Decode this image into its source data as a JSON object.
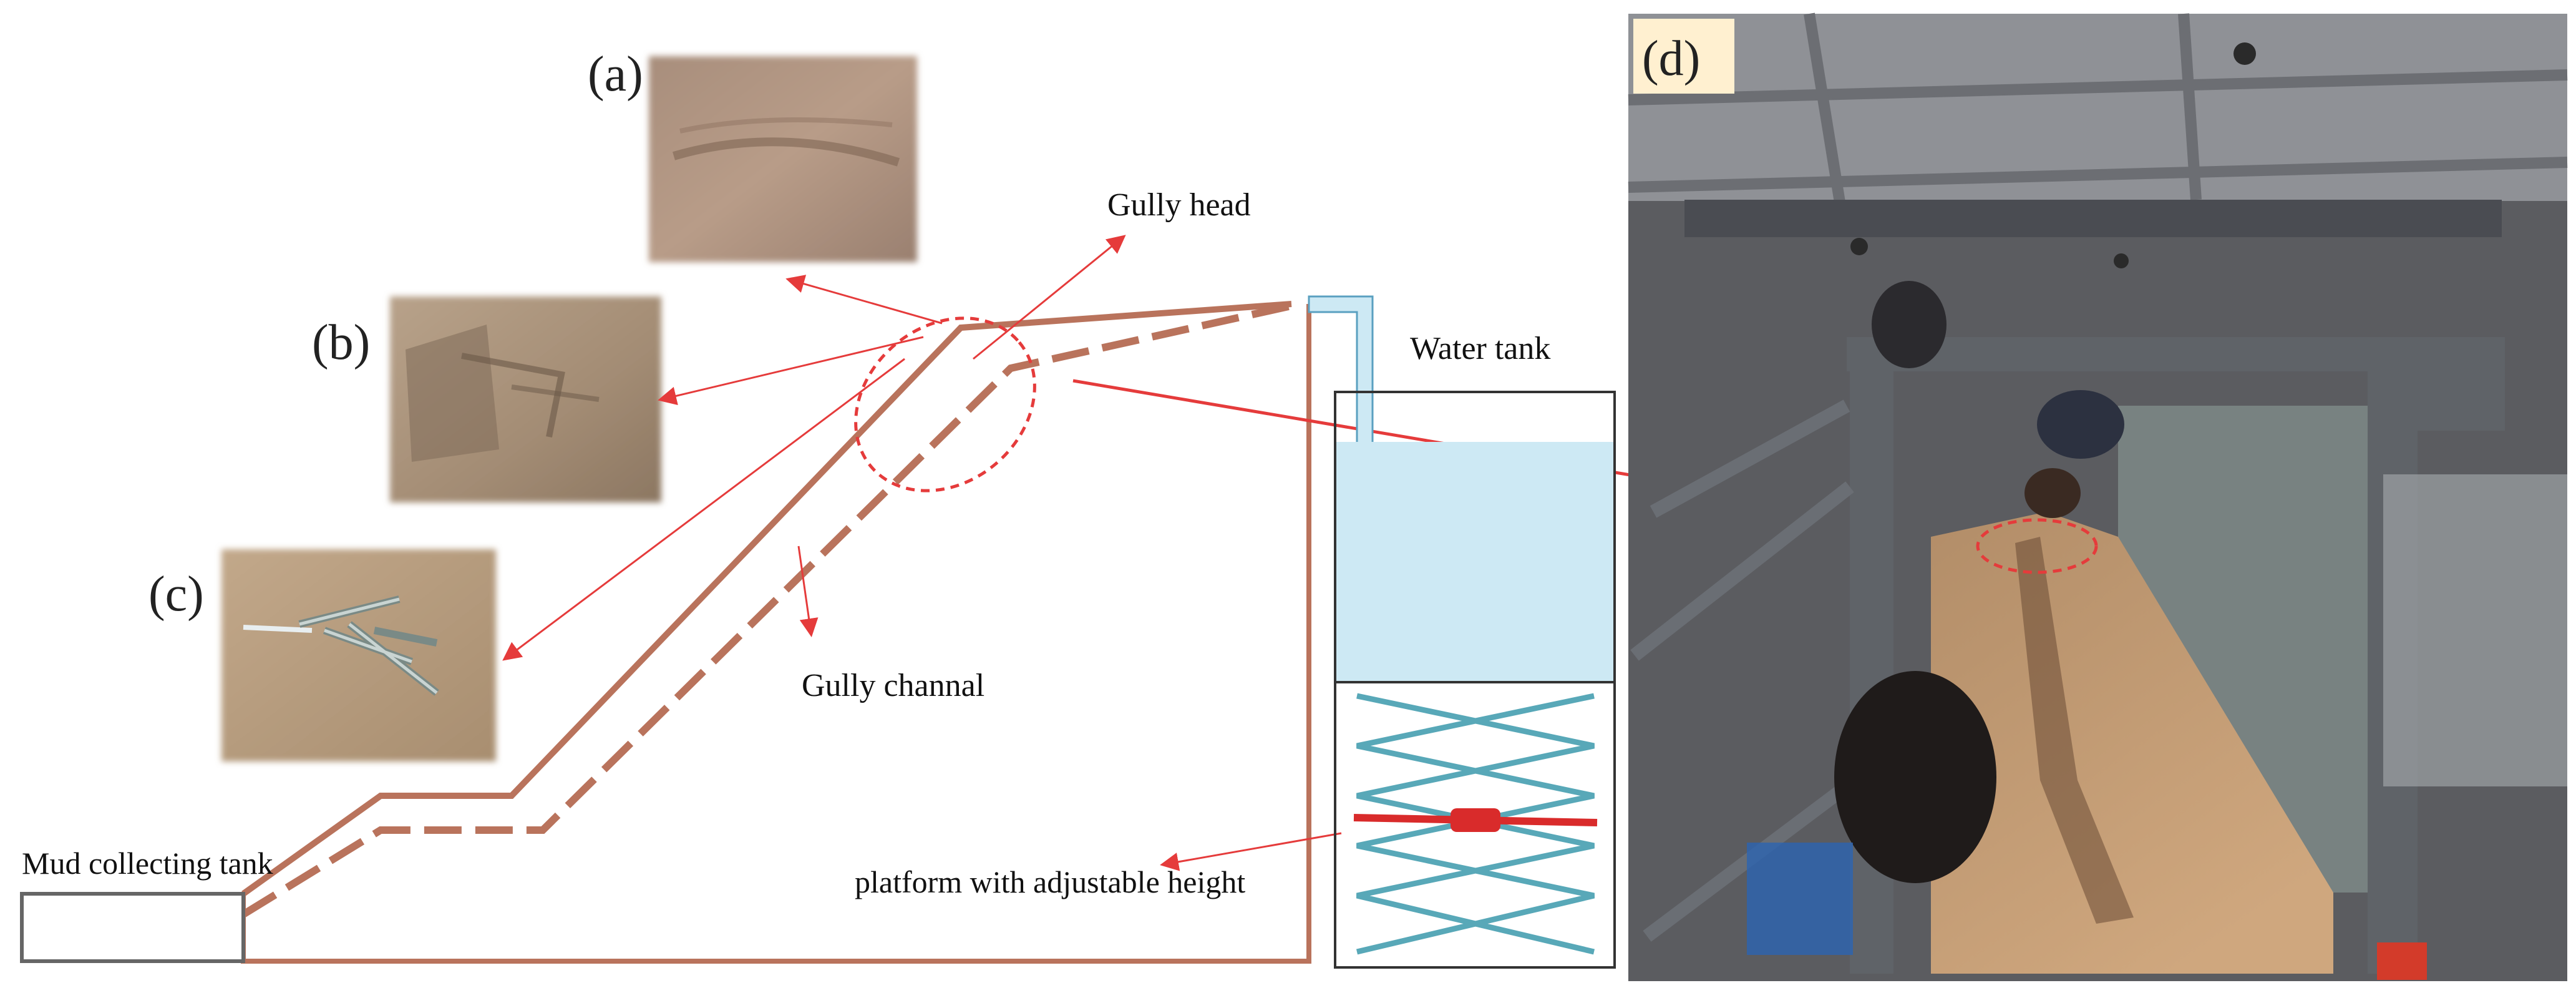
{
  "labels": {
    "panel_a": "(a)",
    "panel_b": "(b)",
    "panel_c": "(c)",
    "panel_d": "(d)",
    "gully_head": "Gully head",
    "water_tank": "Water tank",
    "gully_channel": "Gully channal",
    "mud_tank": "Mud collecting tank",
    "platform": "platform with adjustable height"
  },
  "colors": {
    "slope": "#b9735c",
    "annotation": "#e53b3b",
    "water": "#cde9f4",
    "scissor": "#58a8b8",
    "jack": "#d92b2b"
  }
}
